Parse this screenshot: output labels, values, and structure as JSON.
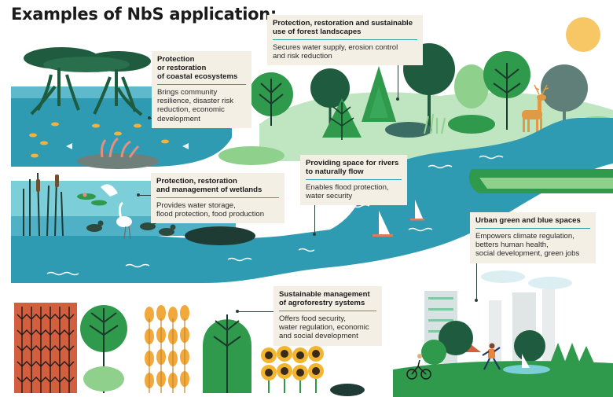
{
  "title": "Examples of NbS application:",
  "colors": {
    "water": "#2e9bb3",
    "dark_green": "#1e5b3f",
    "mid_green": "#2f9a4c",
    "light_green": "#8fd08c",
    "sun": "#f7c766",
    "card_bg": "#f3efe4",
    "accent_rule": "#2fa3b3"
  },
  "cards": {
    "coastal": {
      "title": "Protection\nor restoration\nof coastal ecosystems",
      "body": "Brings community\nresilience, disaster risk\nreduction, economic\ndevelopment"
    },
    "forest": {
      "title": "Protection, restoration and sustainable\nuse of forest landscapes",
      "body": "Secures water supply, erosion control\nand risk reduction"
    },
    "wetlands": {
      "title": "Protection, restoration\nand management of wetlands",
      "body": "Provides water storage,\nflood protection, food production"
    },
    "rivers": {
      "title": "Providing space for rivers\nto naturally flow",
      "body": "Enables flood protection,\nwater security"
    },
    "urban": {
      "title": "Urban green and blue spaces",
      "body": "Empowers climate regulation,\nbetters human health,\nsocial development, green jobs"
    },
    "agro": {
      "title": "Sustainable management\nof agroforestry systems",
      "body": "Offers food security,\nwater regulation, economic\nand social development"
    }
  },
  "icons": [
    "sun-icon",
    "mangrove-tree-icon",
    "fish-icon",
    "coral-icon",
    "reed-icon",
    "heron-icon",
    "duck-icon",
    "deer-icon",
    "pine-tree-icon",
    "round-tree-icon",
    "sailboat-icon",
    "wheat-icon",
    "sunflower-icon",
    "building-icon",
    "house-icon",
    "cyclist-icon",
    "runner-icon"
  ]
}
